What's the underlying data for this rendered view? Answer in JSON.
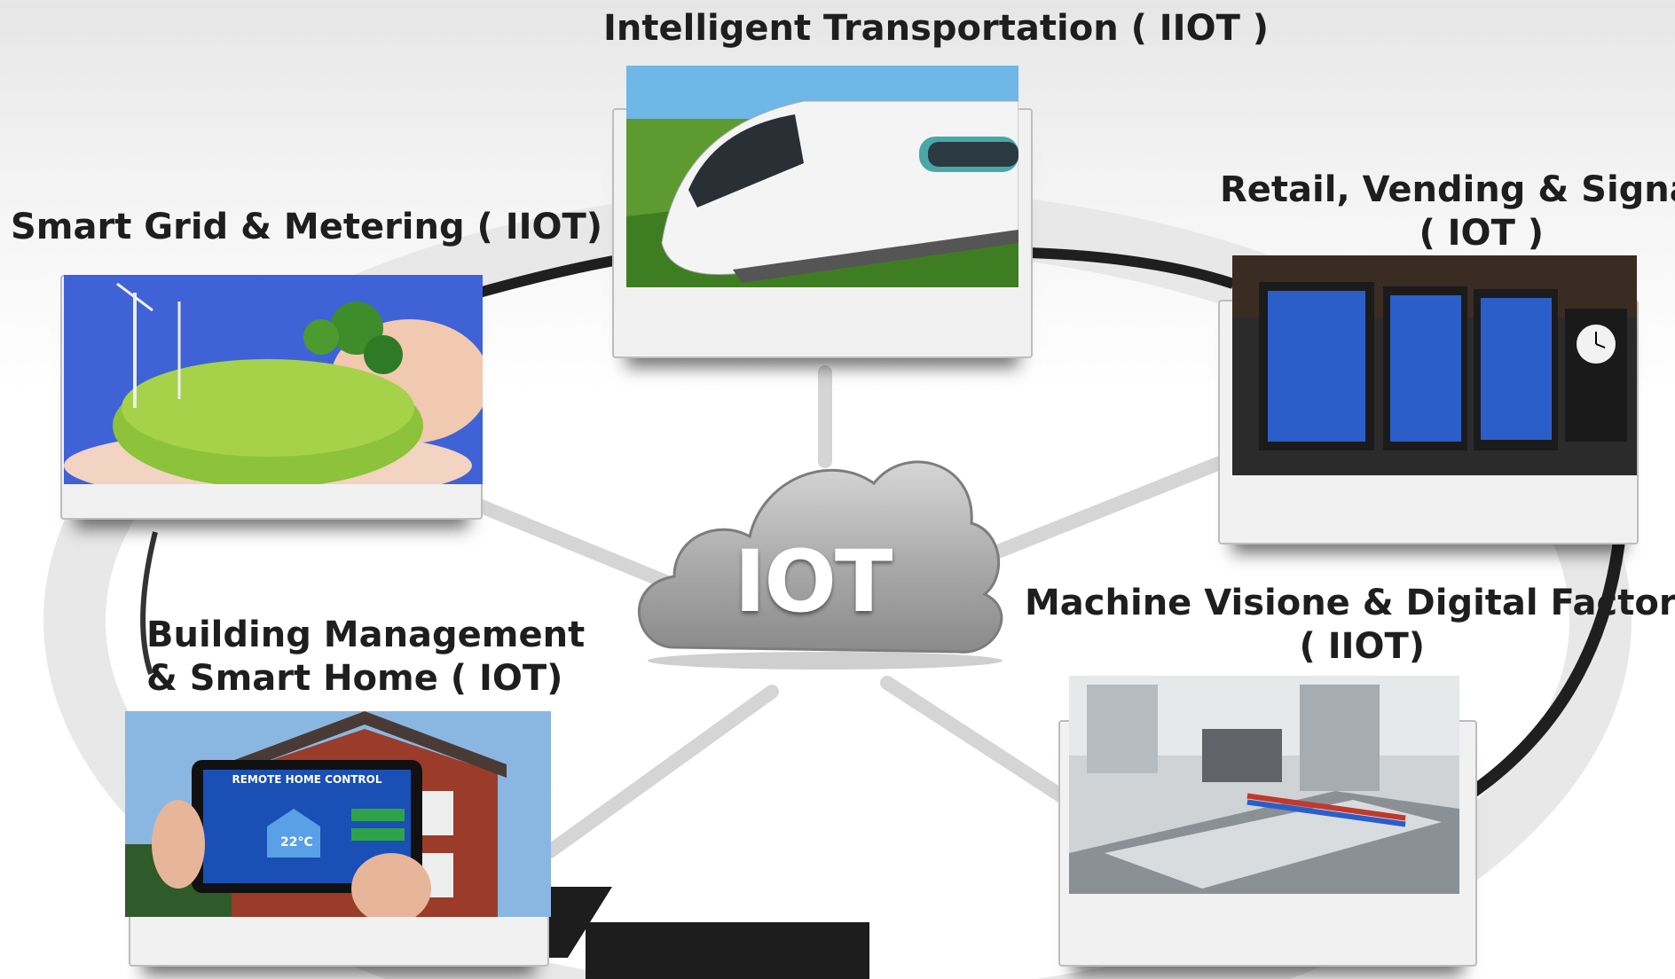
{
  "center": {
    "label": "IOT"
  },
  "nodes": {
    "transport": {
      "line1": "Intelligent Transportation ( IIOT )",
      "image": "high-speed-train-photo"
    },
    "smart_grid": {
      "line1": "Smart Grid & Metering ( IIOT)",
      "image": "earth-in-hand-photo"
    },
    "retail": {
      "line1": "Retail, Vending & Signage",
      "line2": "( IOT )",
      "image": "departure-board-photo"
    },
    "building": {
      "line1": "Building Management",
      "line2": "& Smart Home ( IOT)",
      "image": "tablet-home-control-photo"
    },
    "factory": {
      "line1": "Machine Visione & Digital Factory",
      "line2": "( IIOT)",
      "image": "factory-production-line-photo"
    }
  },
  "tablet": {
    "title": "REMOTE HOME CONTROL",
    "temperature": "22°C"
  }
}
